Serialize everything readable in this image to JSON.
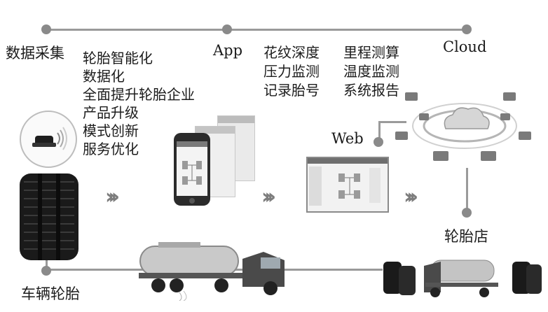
{
  "header": {
    "title_fragment": ""
  },
  "nodes": {
    "data_collection": "数据采集",
    "app": "App",
    "cloud": "Cloud",
    "web": "Web",
    "tire_store": "轮胎店",
    "vehicle_tire": "车辆轮胎"
  },
  "benefits": [
    "轮胎智能化",
    "数据化",
    "全面提升轮胎企业",
    "产品升级",
    "模式创新",
    "服务优化"
  ],
  "features": {
    "col1": [
      "花纹深度",
      "压力监测",
      "记录胎号"
    ],
    "col2": [
      "里程测算",
      "温度监测",
      "系统报告"
    ]
  },
  "arrows": "›››"
}
